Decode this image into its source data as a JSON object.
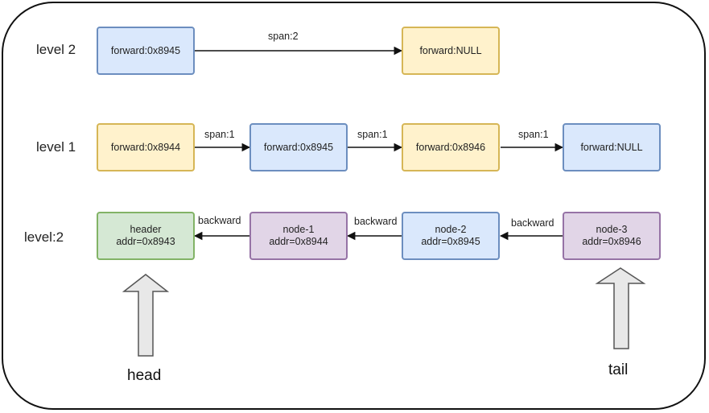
{
  "levels": {
    "level2": "level 2",
    "level1": "level 1",
    "node_level": "level:2"
  },
  "level2_nodes": [
    {
      "text": "forward:0x8945",
      "color": "#6c8ebf",
      "fill": "#dae8fc"
    },
    {
      "text": "forward:NULL",
      "color": "#d6b656",
      "fill": "#fff2cc"
    }
  ],
  "level1_nodes": [
    {
      "text": "forward:0x8944",
      "color": "#d6b656",
      "fill": "#fff2cc"
    },
    {
      "text": "forward:0x8945",
      "color": "#6c8ebf",
      "fill": "#dae8fc"
    },
    {
      "text": "forward:0x8946",
      "color": "#d6b656",
      "fill": "#fff2cc"
    },
    {
      "text": "forward:NULL",
      "color": "#6c8ebf",
      "fill": "#dae8fc"
    }
  ],
  "nodes": [
    {
      "name": "header",
      "addr": "addr=0x8943",
      "color": "#82b366",
      "fill": "#d5e8d4"
    },
    {
      "name": "node-1",
      "addr": "addr=0x8944",
      "color": "#9673a6",
      "fill": "#e1d5e7"
    },
    {
      "name": "node-2",
      "addr": "addr=0x8945",
      "color": "#6c8ebf",
      "fill": "#dae8fc"
    },
    {
      "name": "node-3",
      "addr": "addr=0x8946",
      "color": "#9673a6",
      "fill": "#e1d5e7"
    }
  ],
  "edges": {
    "level2_span": "span:2",
    "level1_spans": [
      "span:1",
      "span:1",
      "span:1"
    ],
    "backward": [
      "backward",
      "backward",
      "backward"
    ]
  },
  "pointers": {
    "head": "head",
    "tail": "tail"
  },
  "colors": {
    "line": "#111111",
    "arrow_outline": "#555555",
    "arrow_fill": "#e8e8e8"
  }
}
